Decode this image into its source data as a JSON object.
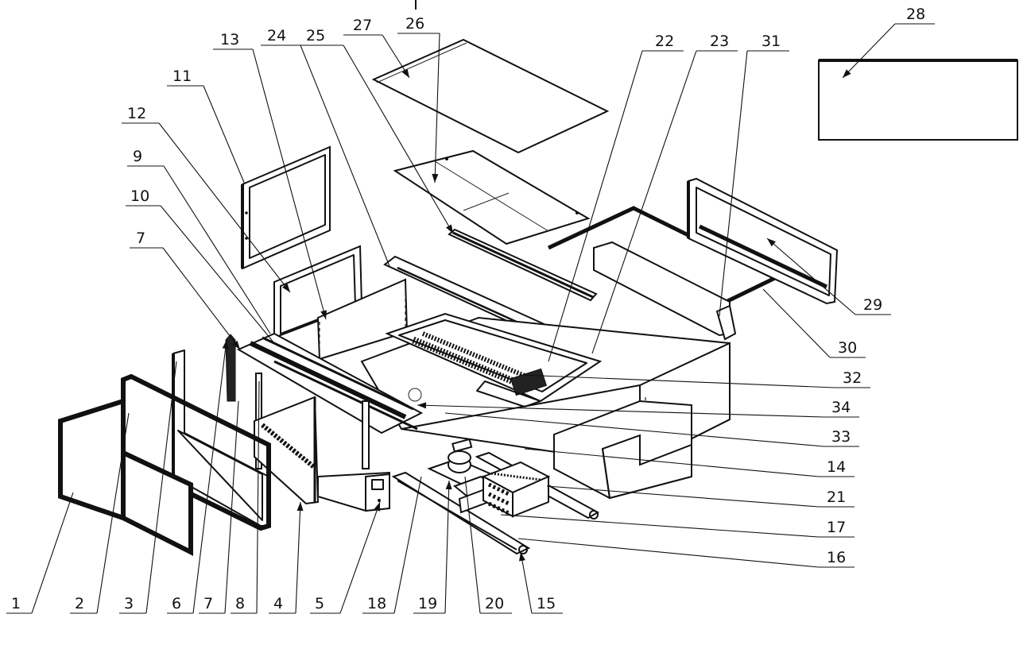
{
  "callouts": [
    {
      "id": "1",
      "text": "1"
    },
    {
      "id": "2",
      "text": "2"
    },
    {
      "id": "3",
      "text": "3"
    },
    {
      "id": "4",
      "text": "4"
    },
    {
      "id": "5",
      "text": "5"
    },
    {
      "id": "6",
      "text": "6"
    },
    {
      "id": "7a",
      "text": "7"
    },
    {
      "id": "7b",
      "text": "7"
    },
    {
      "id": "8",
      "text": "8"
    },
    {
      "id": "9",
      "text": "9"
    },
    {
      "id": "10",
      "text": "10"
    },
    {
      "id": "11",
      "text": "11"
    },
    {
      "id": "12",
      "text": "12"
    },
    {
      "id": "13",
      "text": "13"
    },
    {
      "id": "14",
      "text": "14"
    },
    {
      "id": "15",
      "text": "15"
    },
    {
      "id": "16",
      "text": "16"
    },
    {
      "id": "17",
      "text": "17"
    },
    {
      "id": "18",
      "text": "18"
    },
    {
      "id": "19",
      "text": "19"
    },
    {
      "id": "20",
      "text": "20"
    },
    {
      "id": "21",
      "text": "21"
    },
    {
      "id": "22",
      "text": "22"
    },
    {
      "id": "23",
      "text": "23"
    },
    {
      "id": "24",
      "text": "24"
    },
    {
      "id": "25",
      "text": "25"
    },
    {
      "id": "26",
      "text": "26"
    },
    {
      "id": "27",
      "text": "27"
    },
    {
      "id": "28",
      "text": "28"
    },
    {
      "id": "29",
      "text": "29"
    },
    {
      "id": "30",
      "text": "30"
    },
    {
      "id": "31",
      "text": "31"
    },
    {
      "id": "32",
      "text": "32"
    },
    {
      "id": "33",
      "text": "33"
    },
    {
      "id": "34",
      "text": "34"
    }
  ]
}
